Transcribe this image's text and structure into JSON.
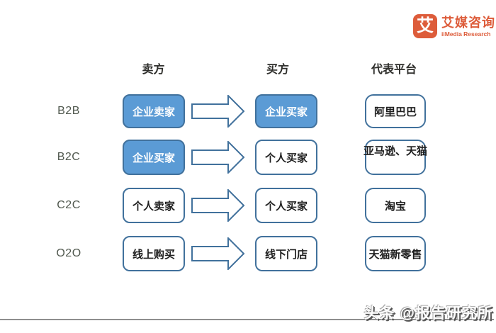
{
  "logo": {
    "icon_char": "艾",
    "brand": "艾媒咨询",
    "subbrand": "iiMedia Research"
  },
  "columns": {
    "seller": "卖方",
    "buyer": "买方",
    "platform": "代表平台"
  },
  "rows": [
    {
      "model": "B2B",
      "seller": "企业卖家",
      "buyer": "企业买家",
      "platform": "阿里巴巴"
    },
    {
      "model": "B2C",
      "seller": "企业买家",
      "buyer": "个人买家",
      "platform": "亚马逊、天猫"
    },
    {
      "model": "C2C",
      "seller": "个人卖家",
      "buyer": "个人买家",
      "platform": "淘宝"
    },
    {
      "model": "O2O",
      "seller": "线上购买",
      "buyer": "线下门店",
      "platform": "天猫新零售"
    }
  ],
  "footer": {
    "watermark": "头条 @报告研究所"
  },
  "colors": {
    "box_fill_blue": "#5b9bd5",
    "box_border_blue": "#41719c",
    "brand_orange": "#dd5c3a",
    "row_label_gray": "#4f574d",
    "footer_line_gray": "#8f8f8f"
  }
}
